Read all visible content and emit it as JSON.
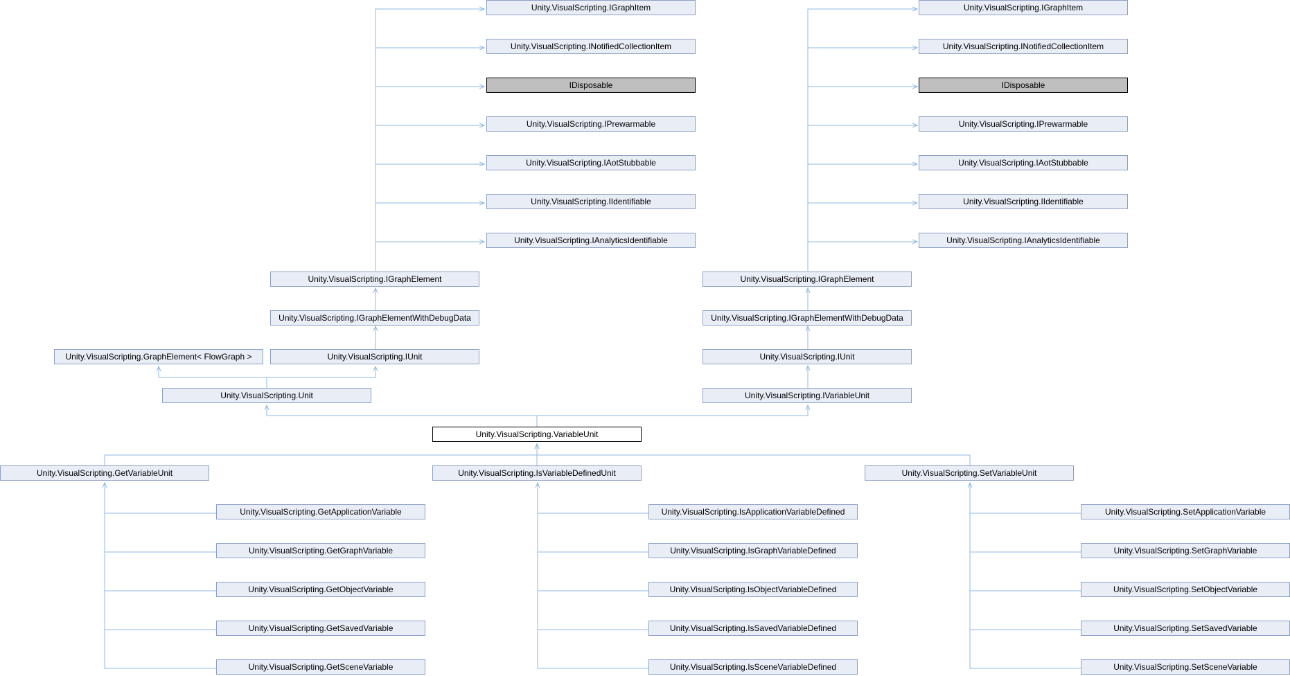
{
  "diagram": {
    "nodes": {
      "n_igi_a": "Unity.VisualScripting.IGraphItem",
      "n_inci_a": "Unity.VisualScripting.INotifiedCollectionItem",
      "n_idisp_a": "IDisposable",
      "n_iprew_a": "Unity.VisualScripting.IPrewarmable",
      "n_iaot_a": "Unity.VisualScripting.IAotStubbable",
      "n_iident_a": "Unity.VisualScripting.IIdentifiable",
      "n_ianal_a": "Unity.VisualScripting.IAnalyticsIdentifiable",
      "n_ige_a": "Unity.VisualScripting.IGraphElement",
      "n_igewdd_a": "Unity.VisualScripting.IGraphElementWithDebugData",
      "n_iunit_a": "Unity.VisualScripting.IUnit",
      "n_ge_flow": "Unity.VisualScripting.GraphElement< FlowGraph >",
      "n_unit": "Unity.VisualScripting.Unit",
      "n_igi_b": "Unity.VisualScripting.IGraphItem",
      "n_inci_b": "Unity.VisualScripting.INotifiedCollectionItem",
      "n_idisp_b": "IDisposable",
      "n_iprew_b": "Unity.VisualScripting.IPrewarmable",
      "n_iaot_b": "Unity.VisualScripting.IAotStubbable",
      "n_iident_b": "Unity.VisualScripting.IIdentifiable",
      "n_ianal_b": "Unity.VisualScripting.IAnalyticsIdentifiable",
      "n_ige_b": "Unity.VisualScripting.IGraphElement",
      "n_igewdd_b": "Unity.VisualScripting.IGraphElementWithDebugData",
      "n_iunit_b": "Unity.VisualScripting.IUnit",
      "n_ivu": "Unity.VisualScripting.IVariableUnit",
      "n_vu": "Unity.VisualScripting.VariableUnit",
      "n_getvu": "Unity.VisualScripting.GetVariableUnit",
      "n_isvdu": "Unity.VisualScripting.IsVariableDefinedUnit",
      "n_setvu": "Unity.VisualScripting.SetVariableUnit",
      "n_get_app": "Unity.VisualScripting.GetApplicationVariable",
      "n_get_graph": "Unity.VisualScripting.GetGraphVariable",
      "n_get_obj": "Unity.VisualScripting.GetObjectVariable",
      "n_get_saved": "Unity.VisualScripting.GetSavedVariable",
      "n_get_scene": "Unity.VisualScripting.GetSceneVariable",
      "n_is_app": "Unity.VisualScripting.IsApplicationVariableDefined",
      "n_is_graph": "Unity.VisualScripting.IsGraphVariableDefined",
      "n_is_obj": "Unity.VisualScripting.IsObjectVariableDefined",
      "n_is_saved": "Unity.VisualScripting.IsSavedVariableDefined",
      "n_is_scene": "Unity.VisualScripting.IsSceneVariableDefined",
      "n_set_app": "Unity.VisualScripting.SetApplicationVariable",
      "n_set_graph": "Unity.VisualScripting.SetGraphVariable",
      "n_set_obj": "Unity.VisualScripting.SetObjectVariable",
      "n_set_saved": "Unity.VisualScripting.SetSavedVariable",
      "n_set_scene": "Unity.VisualScripting.SetSceneVariable"
    },
    "edges": [
      [
        "n_ige_a",
        "n_igi_a"
      ],
      [
        "n_ige_a",
        "n_inci_a"
      ],
      [
        "n_ige_a",
        "n_idisp_a"
      ],
      [
        "n_ige_a",
        "n_iprew_a"
      ],
      [
        "n_ige_a",
        "n_iaot_a"
      ],
      [
        "n_ige_a",
        "n_iident_a"
      ],
      [
        "n_ige_a",
        "n_ianal_a"
      ],
      [
        "n_igewdd_a",
        "n_ige_a"
      ],
      [
        "n_iunit_a",
        "n_igewdd_a"
      ],
      [
        "n_unit",
        "n_ge_flow"
      ],
      [
        "n_unit",
        "n_iunit_a"
      ],
      [
        "n_ige_b",
        "n_igi_b"
      ],
      [
        "n_ige_b",
        "n_inci_b"
      ],
      [
        "n_ige_b",
        "n_idisp_b"
      ],
      [
        "n_ige_b",
        "n_iprew_b"
      ],
      [
        "n_ige_b",
        "n_iaot_b"
      ],
      [
        "n_ige_b",
        "n_iident_b"
      ],
      [
        "n_ige_b",
        "n_ianal_b"
      ],
      [
        "n_igewdd_b",
        "n_ige_b"
      ],
      [
        "n_iunit_b",
        "n_igewdd_b"
      ],
      [
        "n_ivu",
        "n_iunit_b"
      ],
      [
        "n_vu",
        "n_unit"
      ],
      [
        "n_vu",
        "n_ivu"
      ],
      [
        "n_getvu",
        "n_vu"
      ],
      [
        "n_isvdu",
        "n_vu"
      ],
      [
        "n_setvu",
        "n_vu"
      ],
      [
        "n_get_app",
        "n_getvu"
      ],
      [
        "n_get_graph",
        "n_getvu"
      ],
      [
        "n_get_obj",
        "n_getvu"
      ],
      [
        "n_get_saved",
        "n_getvu"
      ],
      [
        "n_get_scene",
        "n_getvu"
      ],
      [
        "n_is_app",
        "n_isvdu"
      ],
      [
        "n_is_graph",
        "n_isvdu"
      ],
      [
        "n_is_obj",
        "n_isvdu"
      ],
      [
        "n_is_saved",
        "n_isvdu"
      ],
      [
        "n_is_scene",
        "n_isvdu"
      ],
      [
        "n_set_app",
        "n_setvu"
      ],
      [
        "n_set_graph",
        "n_setvu"
      ],
      [
        "n_set_obj",
        "n_setvu"
      ],
      [
        "n_set_saved",
        "n_setvu"
      ],
      [
        "n_set_scene",
        "n_setvu"
      ]
    ],
    "colors": {
      "node_fill": "#e8edf6",
      "node_border": "#8ea0c4",
      "external_fill": "#bfbfbf",
      "focus_fill": "#ffffff",
      "edge": "#8fb8e0"
    }
  }
}
